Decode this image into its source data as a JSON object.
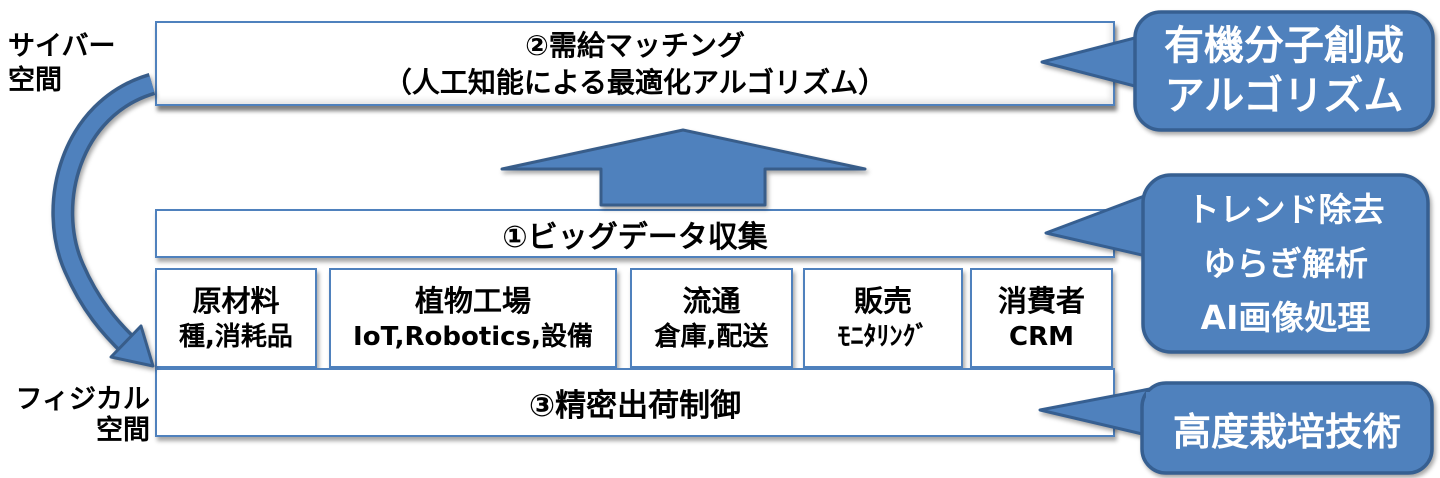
{
  "labels": {
    "cyber_line1": "サイバー",
    "cyber_line2": "空間",
    "physical_line1": "フィジカル",
    "physical_line2": "空間"
  },
  "top_box": {
    "line1": "②需給マッチング",
    "line2": "（人工知能による最適化アルゴリズム）"
  },
  "collection_box_label": "①ビッグデータ収集",
  "shipping_box_label": "③精密出荷制御",
  "source_boxes": [
    {
      "title": "原材料",
      "subtitle": "種,消耗品"
    },
    {
      "title": "植物工場",
      "subtitle": "IoT,Robotics,設備"
    },
    {
      "title": "流通",
      "subtitle": "倉庫,配送"
    },
    {
      "title": "販売",
      "subtitle": "ﾓﾆﾀﾘﾝｸﾞ"
    },
    {
      "title": "消費者",
      "subtitle": "CRM"
    }
  ],
  "callouts": {
    "algorithm": {
      "line1": "有機分子創成",
      "line2": "アルゴリズム"
    },
    "analysis": {
      "line1": "トレンド除去",
      "line2": "ゆらぎ解析",
      "line3": "AI画像処理"
    },
    "cultivation": {
      "line1": "高度栽培技術"
    }
  },
  "colors": {
    "accent_blue": "#4f81bd",
    "accent_dark_blue": "#385d8a",
    "callout_border": "#365f91",
    "box_border": "#4f81bd",
    "callout_text": "#ffffff"
  }
}
